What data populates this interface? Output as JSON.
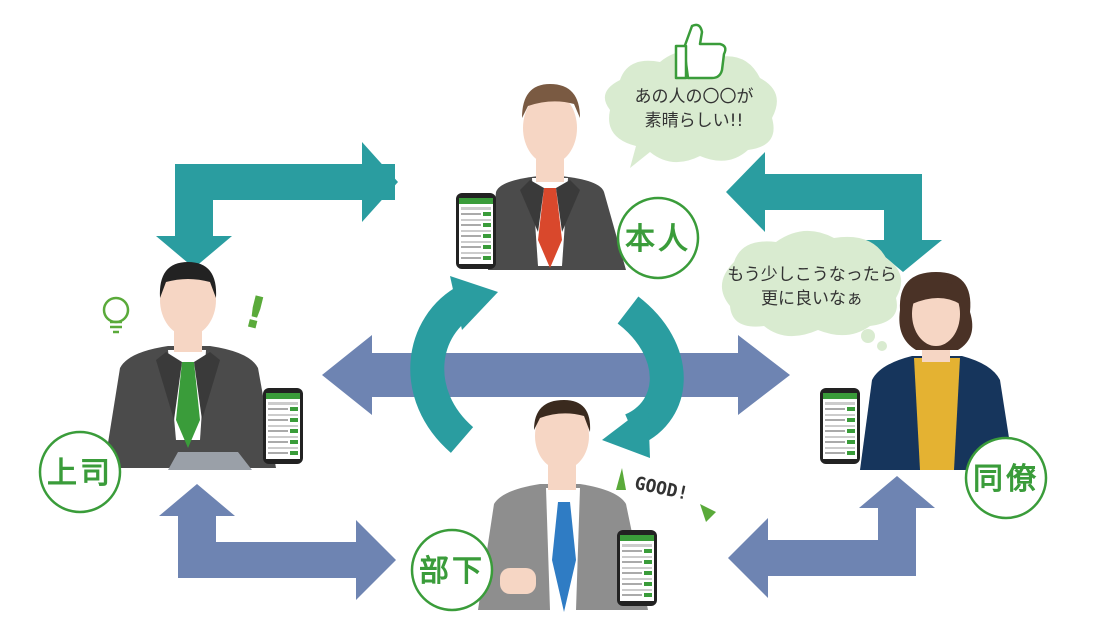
{
  "roles": {
    "self": "本人",
    "boss": "上司",
    "colleague": "同僚",
    "subordinate": "部下"
  },
  "bubbles": {
    "praise": [
      "あの人の〇〇が",
      "素晴らしい!!"
    ],
    "suggestion": [
      "もう少しこうなったら",
      "更に良いなぁ"
    ]
  },
  "exclamations": {
    "good": "GOOD!",
    "boss_mark": "!"
  },
  "colors": {
    "teal": "#2a9da0",
    "blue": "#6e84b2",
    "green": "#3a9c3a",
    "bubble": "#d9ebd0"
  },
  "icons": {
    "bubble_praise": "thumbs-up-icon",
    "boss_idea": "lightbulb-icon"
  }
}
